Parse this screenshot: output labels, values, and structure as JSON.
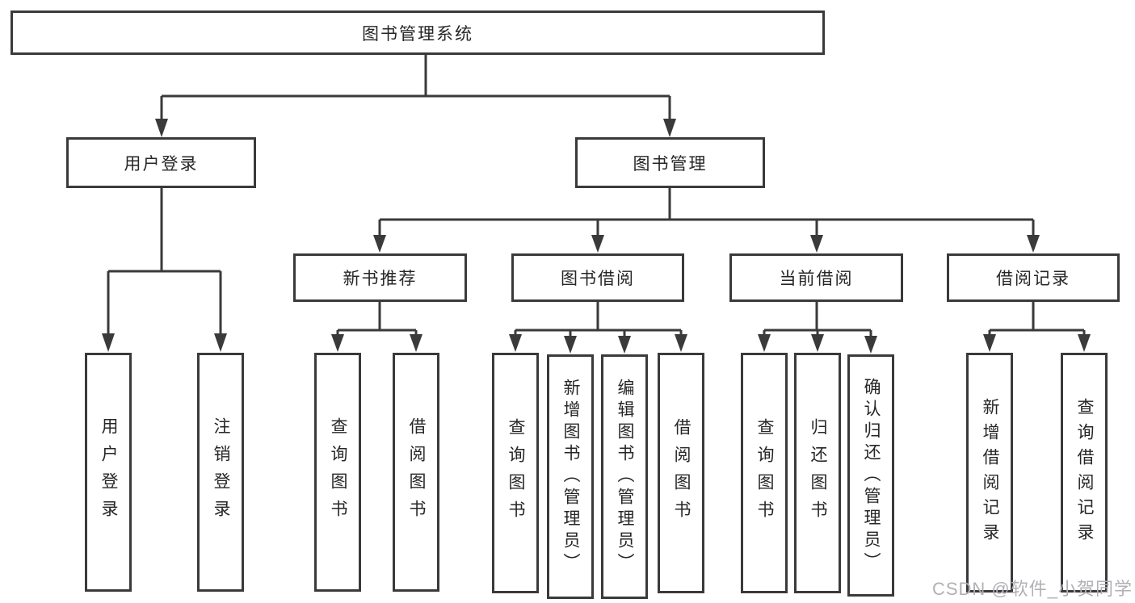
{
  "diagram": {
    "title": "图书管理系统",
    "branches": [
      {
        "label": "用户登录",
        "children": [
          {
            "label": "用户登录"
          },
          {
            "label": "注销登录"
          }
        ]
      },
      {
        "label": "图书管理",
        "children": [
          {
            "label": "新书推荐",
            "children": [
              {
                "label": "查询图书"
              },
              {
                "label": "借阅图书"
              }
            ]
          },
          {
            "label": "图书借阅",
            "children": [
              {
                "label": "查询图书"
              },
              {
                "label": "新增图书（管理员）"
              },
              {
                "label": "编辑图书（管理员）"
              },
              {
                "label": "借阅图书"
              }
            ]
          },
          {
            "label": "当前借阅",
            "children": [
              {
                "label": "查询图书"
              },
              {
                "label": "归还图书"
              },
              {
                "label": "确认归还（管理员）"
              }
            ]
          },
          {
            "label": "借阅记录",
            "children": [
              {
                "label": "新增借阅记录"
              },
              {
                "label": "查询借阅记录"
              }
            ]
          }
        ]
      }
    ]
  },
  "watermark": {
    "text": "CSDN @软件_小贺同学"
  },
  "colors": {
    "line": "#3a3a3a",
    "text": "#262626",
    "watermark": "#b0b0b6",
    "background": "#ffffff"
  }
}
